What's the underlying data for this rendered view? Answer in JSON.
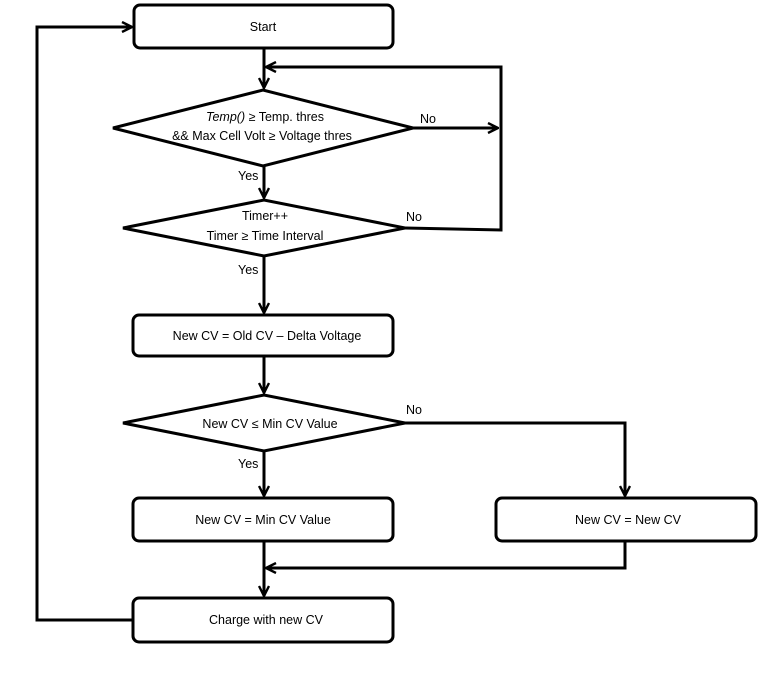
{
  "nodes": {
    "start": "Start",
    "check": {
      "func": "Temp()",
      "line1_rest": " ≥ Temp. thres",
      "line2": "&& Max Cell Volt ≥  Voltage thres"
    },
    "timer": {
      "line1": "Timer++",
      "line2": "Timer  ≥ Time Interval"
    },
    "compute": "New CV = Old CV – Delta Voltage",
    "compare": "New CV  ≤ Min CV Value",
    "set_min": "New CV = Min CV Value",
    "set_new": "New CV = New CV",
    "charge": "Charge with new CV"
  },
  "branches": {
    "check_no": "No",
    "check_yes": "Yes",
    "timer_no": "No",
    "timer_yes": "Yes",
    "compare_no": "No",
    "compare_yes": "Yes"
  }
}
